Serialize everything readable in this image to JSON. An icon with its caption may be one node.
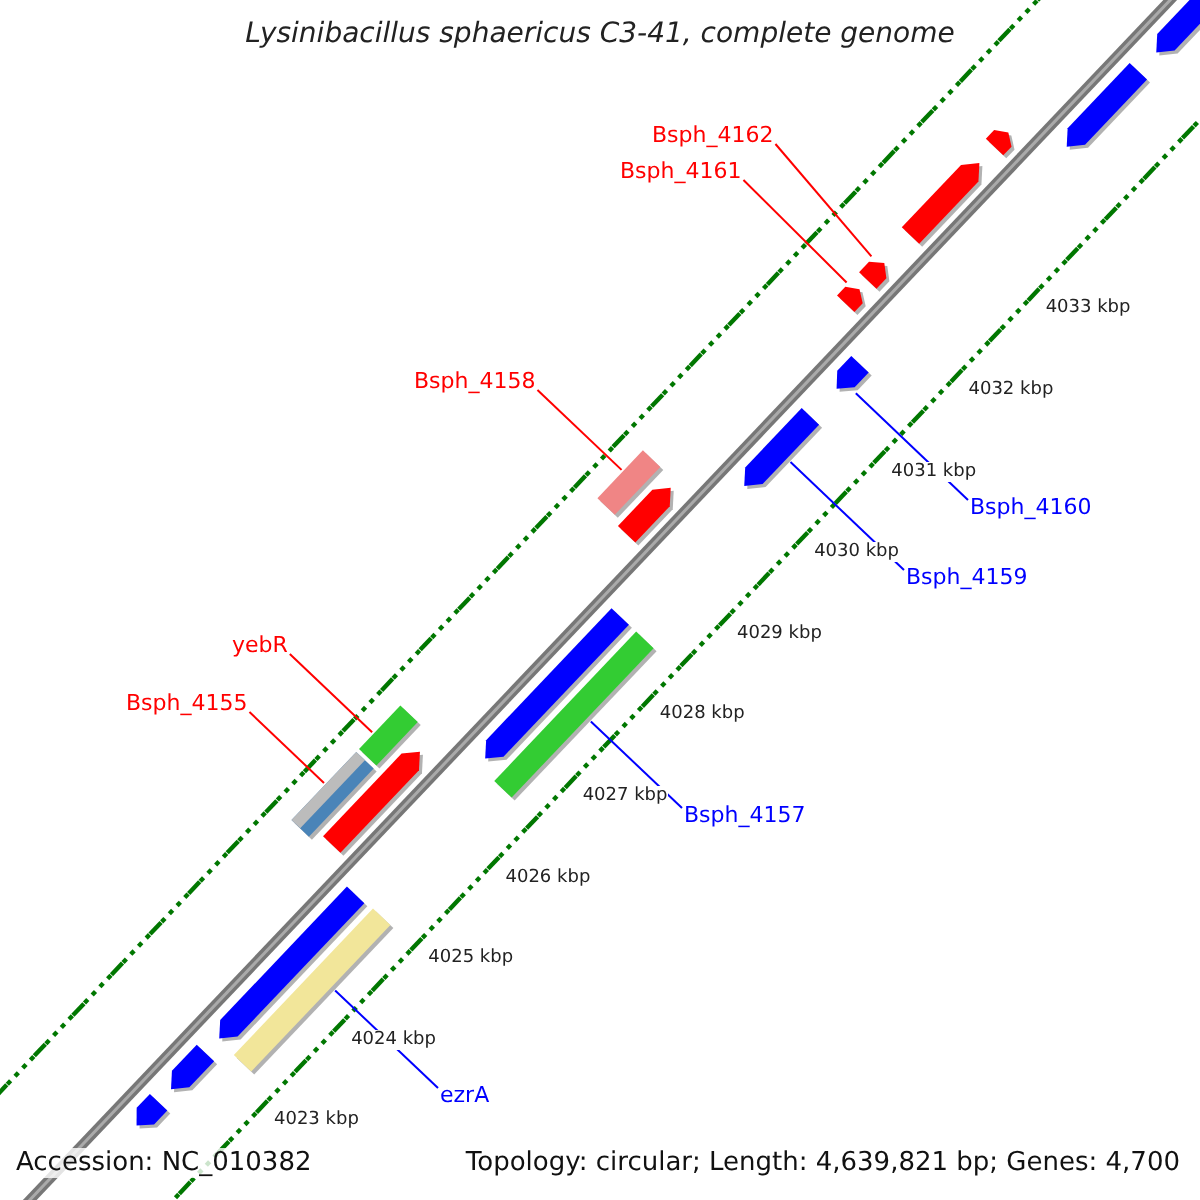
{
  "diagram": {
    "title": "Lysinibacillus sphaericus C3-41, complete genome",
    "nodes": [
      {
        "text": [
          "Bsph_4162"
        ]
      },
      {
        "text": [],
        "shape": "bar"
      },
      {
        "text": [
          "Bsph_4161"
        ]
      },
      {
        "text": [],
        "shape": "bar"
      },
      {
        "text": [
          "Bsph_4158"
        ]
      },
      {
        "text": [],
        "shape": "bar"
      },
      {
        "text": [
          "Bsph_4160"
        ]
      },
      {
        "text": [],
        "shape": "bar"
      },
      {
        "text": [
          "Bsph_4159"
        ]
      },
      {
        "text": [],
        "shape": "bar"
      },
      {
        "text": [
          "yebR"
        ]
      },
      {
        "text": [],
        "shape": "bar"
      },
      {
        "text": [
          "Bsph_4155"
        ]
      },
      {
        "text": [],
        "shape": "bar"
      },
      {
        "text": [
          "Bsph_4157"
        ]
      },
      {
        "text": [],
        "shape": "bar"
      },
      {
        "text": [
          "ezrA"
        ]
      },
      {
        "text": [],
        "shape": "bar"
      },
      {
        "text": [],
        "shape": "bar"
      },
      {
        "text": [],
        "shape": "bar"
      },
      {
        "text": [],
        "shape": "bar"
      },
      {
        "text": [],
        "shape": "bar"
      },
      {
        "text": [],
        "shape": "bar"
      },
      {
        "text": [],
        "shape": "bar"
      },
      {
        "text": [],
        "shape": "bar"
      },
      {
        "text": [],
        "shape": "bar"
      },
      {
        "text": [],
        "shape": "bar"
      },
      {
        "text": [],
        "shape": "bar"
      }
    ],
    "edges": [
      {
        "from": 0,
        "to": 1,
        "arrow": "none"
      },
      {
        "from": 2,
        "to": 3,
        "arrow": "none"
      },
      {
        "from": 4,
        "to": 5,
        "arrow": "none"
      },
      {
        "from": 6,
        "to": 7,
        "arrow": "none",
        "color": "#0000ff"
      },
      {
        "from": 8,
        "to": 9,
        "arrow": "none",
        "color": "#0000ff"
      },
      {
        "from": 10,
        "to": 11,
        "arrow": "none"
      },
      {
        "from": 12,
        "to": 13,
        "arrow": "none"
      },
      {
        "from": 14,
        "to": 15,
        "arrow": "none",
        "color": "#0000ff"
      },
      {
        "from": 16,
        "to": 17,
        "arrow": "none",
        "color": "#0000ff"
      }
    ],
    "labels": [
      "4033 kbp",
      "4032 kbp",
      "4031 kbp",
      "4030 kbp",
      "4029 kbp",
      "4028 kbp",
      "4027 kbp",
      "4026 kbp",
      "4025 kbp",
      "4024 kbp",
      "4023 kbp",
      "Accession: NC_010382",
      "Topology: circular; Length: 4,639,821 bp; Genes: 4,700"
    ]
  }
}
